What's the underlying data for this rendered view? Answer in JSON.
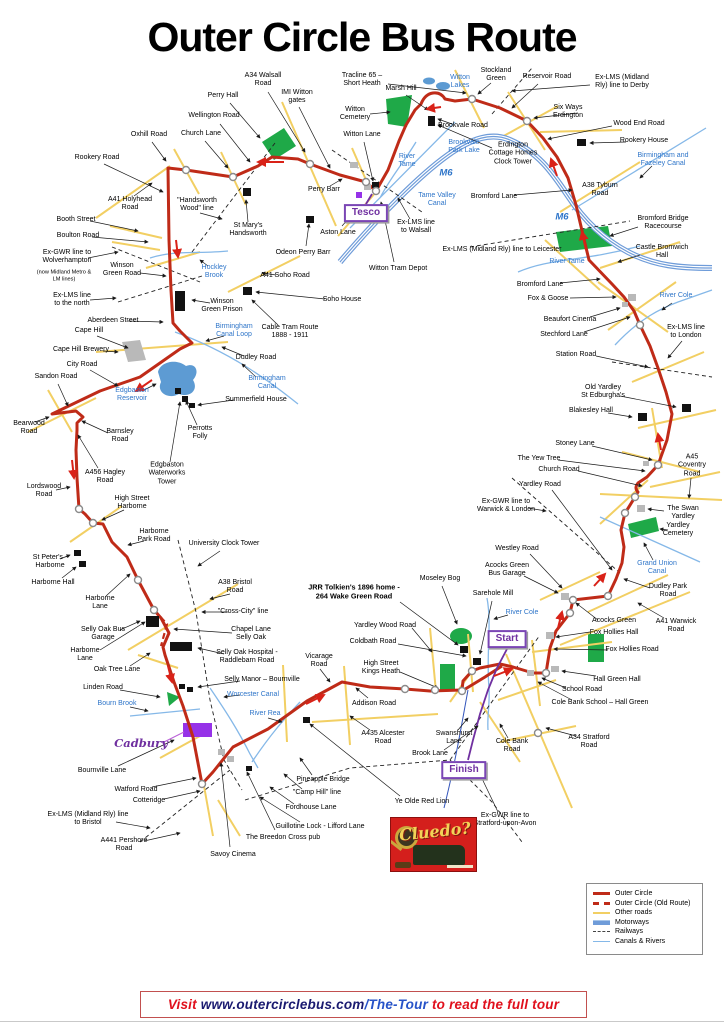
{
  "title": "Outer Circle Bus Route",
  "legend": {
    "items": [
      {
        "label": "Outer Circle"
      },
      {
        "label": "Outer Circle (Old Route)"
      },
      {
        "label": "Other roads"
      },
      {
        "label": "Motorways"
      },
      {
        "label": "Railways"
      },
      {
        "label": "Canals & Rivers"
      }
    ]
  },
  "footer": {
    "segments": [
      {
        "text": "Visit ",
        "color": "#e0101c"
      },
      {
        "text": "www.outercirclebus.com",
        "color": "#1a1a70"
      },
      {
        "text": "/The-Tour",
        "color": "#2753c8"
      },
      {
        "text": " to read the full tour",
        "color": "#e0101c"
      }
    ]
  },
  "cluedo": {
    "text": "Cluedo?"
  },
  "colors": {
    "route": "#bf2b18",
    "other_roads": "#f2cf63",
    "motorway": "#6f9cd9",
    "railway": "#222222",
    "canal": "#85b8e8",
    "water": "#5d9bd3",
    "green": "#1fa948",
    "purple": "#7030a0",
    "label_blue": "#2e75c9"
  },
  "map": {
    "labels": [
      [
        "Oxhill Road",
        149,
        135
      ],
      [
        "Church Lane",
        201,
        134
      ],
      [
        "Wellington Road",
        214,
        116
      ],
      [
        "Perry Hall",
        223,
        96
      ],
      [
        "A34 Walsall\nRoad",
        263,
        80
      ],
      [
        "IMI Witton\ngates",
        297,
        97
      ],
      [
        "Tracline 65 –\nShort Heath",
        362,
        80
      ],
      [
        "Marsh Hill",
        401,
        89
      ],
      [
        "Witton\nLakes",
        460,
        82,
        "w"
      ],
      [
        "Stockland\nGreen",
        496,
        75
      ],
      [
        "Reservoir Road",
        547,
        77
      ],
      [
        "Ex-LMS (Midland\nRly) line to Derby",
        622,
        82
      ],
      [
        "Six Ways\nErdington",
        568,
        112
      ],
      [
        "Wood End Road",
        639,
        124
      ],
      [
        "Rookery House",
        644,
        141
      ],
      [
        "Birmingham and\nFazeley Canal",
        663,
        160,
        "w"
      ],
      [
        "A38 Tyburn\nRoad",
        600,
        190
      ],
      [
        "M6",
        446,
        173,
        "wb"
      ],
      [
        "M6",
        562,
        217,
        "wb"
      ],
      [
        "Witton\nCemetery",
        355,
        114
      ],
      [
        "Witton Lane",
        362,
        135
      ],
      [
        "Brookvale Road",
        463,
        126
      ],
      [
        "Brookvale\nPark Lake",
        464,
        147,
        "w"
      ],
      [
        "River\nTame",
        407,
        161,
        "w"
      ],
      [
        "Tame Valley\nCanal",
        437,
        200,
        "w"
      ],
      [
        "Erdington\nCottage Homes\nClock Tower",
        513,
        154
      ],
      [
        "Bromford Lane",
        494,
        197
      ],
      [
        "Perry Barr",
        324,
        190
      ],
      [
        "Aston Lane",
        338,
        233
      ],
      [
        "Odeon Perry Barr",
        303,
        253
      ],
      [
        "Witton Tram Depot",
        398,
        269
      ],
      [
        "Tesco",
        366,
        213,
        "p"
      ],
      [
        "Ex-LMS line\nto Walsall",
        416,
        227
      ],
      [
        "Ex-LMS (Midland Rly) line to Leicester",
        502,
        250
      ],
      [
        "River Tame",
        567,
        262,
        "w"
      ],
      [
        "Bromford Bridge\nRacecourse",
        663,
        223
      ],
      [
        "Castle Bromwich Hall",
        662,
        252
      ],
      [
        "Bromford Lane",
        540,
        285
      ],
      [
        "Fox & Goose",
        548,
        299
      ],
      [
        "Beaufort Cinema",
        570,
        320
      ],
      [
        "Stechford Lane",
        564,
        335
      ],
      [
        "River Cole",
        676,
        296,
        "w"
      ],
      [
        "Ex-LMS line\nto London",
        686,
        332
      ],
      [
        "Station Road",
        576,
        355
      ],
      [
        "Old Yardley\nSt Edburgha's",
        603,
        392
      ],
      [
        "Blakesley Hall",
        591,
        411
      ],
      [
        "Stoney Lane",
        575,
        444
      ],
      [
        "The Yew Tree",
        539,
        459
      ],
      [
        "Church Road",
        559,
        470
      ],
      [
        "Yardley Road",
        540,
        485
      ],
      [
        "A45\nCoventry\nRoad",
        692,
        466
      ],
      [
        "The Swan Yardley",
        683,
        513
      ],
      [
        "Yardley\nCemetery",
        678,
        530
      ],
      [
        "Grand Union\nCanal",
        657,
        568,
        "w"
      ],
      [
        "Ex-GWR line to\nWarwick & London",
        506,
        506
      ],
      [
        "Westley Road",
        517,
        549
      ],
      [
        "Acocks Green\nBus Garage",
        507,
        570
      ],
      [
        "Dudley Park Road",
        668,
        591
      ],
      [
        "A41 Warwick\nRoad",
        676,
        626
      ],
      [
        "Acocks Green",
        614,
        621
      ],
      [
        "Fox Hollies Hall",
        614,
        633
      ],
      [
        "Fox Hollies Road",
        632,
        650
      ],
      [
        "Hall Green Hall",
        617,
        680
      ],
      [
        "School Road",
        582,
        690
      ],
      [
        "Cole Bank School – Hall Green",
        600,
        703
      ],
      [
        "A34 Stratford\nRoad",
        589,
        742
      ],
      [
        "Cole Bank\nRoad",
        512,
        746
      ],
      [
        "Moseley Bog",
        440,
        579
      ],
      [
        "Sarehole Mill",
        493,
        594
      ],
      [
        "JRR Tolkien's 1896 home -\n264 Wake Green Road",
        354,
        592,
        "k"
      ],
      [
        "River Cole",
        522,
        613,
        "w"
      ],
      [
        "Start",
        507,
        639,
        "p"
      ],
      [
        "Finish",
        464,
        770,
        "p"
      ],
      [
        "Swanshurst\nLane",
        454,
        738
      ],
      [
        "Brook Lane",
        430,
        754
      ],
      [
        "Ex-GWR line to\nStratford-upon-Avon",
        505,
        820
      ],
      [
        "Yardley Wood Road",
        385,
        626
      ],
      [
        "Coldbath Road",
        373,
        642
      ],
      [
        "High Street\nKings Heath",
        381,
        668
      ],
      [
        "Addison Road",
        374,
        704
      ],
      [
        "Vicarage\nRoad",
        319,
        661
      ],
      [
        "A435 Alcester\nRoad",
        383,
        738
      ],
      [
        "Ye Olde Red Lion",
        422,
        802
      ],
      [
        "Pineapple Bridge",
        323,
        780
      ],
      [
        "\"Camp Hill\" line",
        317,
        793
      ],
      [
        "Fordhouse Lane",
        311,
        808
      ],
      [
        "Guillotine Lock - Lifford Lane",
        320,
        827
      ],
      [
        "The Breedon Cross pub",
        283,
        838
      ],
      [
        "Savoy Cinema",
        233,
        855
      ],
      [
        "A441 Pershore\nRoad",
        124,
        845
      ],
      [
        "Ex-LMS (Midland Rly) line\nto Bristol",
        88,
        819
      ],
      [
        "Cotteridge",
        149,
        801
      ],
      [
        "Watford Road",
        136,
        790
      ],
      [
        "Bournville Lane",
        102,
        771
      ],
      [
        "Cadbury",
        141,
        744,
        "ps"
      ],
      [
        "Bourn Brook",
        117,
        704,
        "w"
      ],
      [
        "Worcester Canal",
        253,
        695,
        "w"
      ],
      [
        "River Rea",
        265,
        714,
        "w"
      ],
      [
        "Linden Road",
        103,
        688
      ],
      [
        "Oak Tree Lane",
        117,
        670
      ],
      [
        "Harborne\nLane",
        85,
        655
      ],
      [
        "Selly Oak Bus\nGarage",
        103,
        634
      ],
      [
        "Chapel Lane\nSelly Oak",
        251,
        634
      ],
      [
        "Selly Oak Hospital -\nRaddlebarn Road",
        247,
        657
      ],
      [
        "Selly Manor – Bournville",
        262,
        680
      ],
      [
        "\"Cross-City\" line",
        243,
        612
      ],
      [
        "A38 Bristol\nRoad",
        235,
        587
      ],
      [
        "University Clock Tower",
        224,
        544
      ],
      [
        "Harborne\nLane",
        100,
        603
      ],
      [
        "Harborne Hall",
        53,
        583
      ],
      [
        "St Peter's -\nHarborne",
        50,
        562
      ],
      [
        "Harborne\nPark Road",
        154,
        536
      ],
      [
        "High Street\nHarborne",
        132,
        503
      ],
      [
        "Lordswood\nRoad",
        44,
        491
      ],
      [
        "A456 Hagley\nRoad",
        105,
        477
      ],
      [
        "Barnsley\nRoad",
        120,
        436
      ],
      [
        "Bearwood\nRoad",
        29,
        428
      ],
      [
        "Sandon Road",
        56,
        377
      ],
      [
        "City Road",
        82,
        365
      ],
      [
        "Cape Hill Brewery",
        81,
        350
      ],
      [
        "Cape Hill",
        89,
        331
      ],
      [
        "Aberdeen Street",
        113,
        321
      ],
      [
        "Ex-LMS line\nto the north",
        72,
        300
      ],
      [
        "Ex-GWR line to\nWolverhampton",
        67,
        257
      ],
      [
        "(now Midland Metro &\nLM lines)",
        64,
        276,
        "sm"
      ],
      [
        "Booth Street",
        76,
        220
      ],
      [
        "Boulton Road",
        78,
        236
      ],
      [
        "Rookery Road",
        97,
        158
      ],
      [
        "A41 Holyhead\nRoad",
        130,
        204
      ],
      [
        "\"Handsworth\nWood\" line",
        197,
        205
      ],
      [
        "St Mary's\nHandsworth",
        248,
        230
      ],
      [
        "Winson\nGreen Road",
        122,
        270
      ],
      [
        "Hockley\nBrook",
        214,
        272,
        "w"
      ],
      [
        "Winson\nGreen Prison",
        222,
        306
      ],
      [
        "A41 Soho Road",
        285,
        276
      ],
      [
        "Soho House",
        342,
        300
      ],
      [
        "Cable Tram Route\n1888 - 1911",
        290,
        332
      ],
      [
        "Birmingham\nCanal Loop",
        234,
        331,
        "w"
      ],
      [
        "Dudley Road",
        256,
        358
      ],
      [
        "Birmingham\nCanal",
        267,
        383,
        "w"
      ],
      [
        "Summerfield House",
        256,
        400
      ],
      [
        "Edgbaston\nReservoir",
        132,
        395,
        "w"
      ],
      [
        "Perrotts\nFolly",
        200,
        433
      ],
      [
        "Edgbaston\nWaterworks\nTower",
        167,
        474
      ]
    ]
  }
}
